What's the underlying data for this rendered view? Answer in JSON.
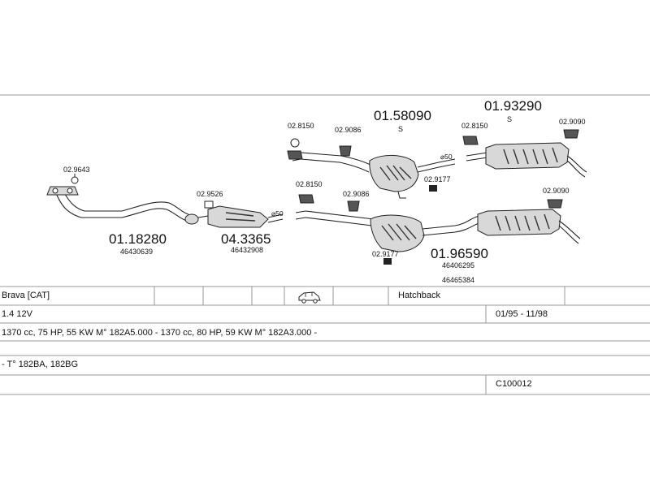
{
  "parts": {
    "p_01_18280": "01.18280",
    "p_46430639": "46430639",
    "p_04_3365": "04.3365",
    "p_46432908": "46432908",
    "p_01_58090": "01.58090",
    "p_01_58090_s": "S",
    "p_01_93290": "01.93290",
    "p_01_93290_s": "S",
    "p_01_96590": "01.96590",
    "p_46406295": "46406295",
    "p_46465384": "46465384",
    "h_02_9643": "02.9643",
    "h_02_9526": "02.9526",
    "h_02_8150_a": "02.8150",
    "h_02_9086_a": "02.9086",
    "h_02_8150_b": "02.8150",
    "h_02_9090_a": "02.9090",
    "h_02_9177_a": "02.9177",
    "h_02_8150_c": "02.8150",
    "h_02_9086_b": "02.9086",
    "h_02_9090_b": "02.9090",
    "h_02_9177_b": "02.9177",
    "arrow_50_a": "⌀50",
    "arrow_50_b": "⌀50"
  },
  "table": {
    "model": "Brava  [CAT]",
    "body_type": "Hatchback",
    "engine": "1.4 12V",
    "years": "01/95 - 11/98",
    "spec": "1370 cc, 75 HP, 55 KW M° 182A5.000 - 1370 cc, 80 HP, 59 KW M° 182A3.000 -",
    "type_codes": "- T° 182BA, 182BG",
    "code": "C100012"
  },
  "icons": {
    "car": "hatchback-car-icon"
  }
}
